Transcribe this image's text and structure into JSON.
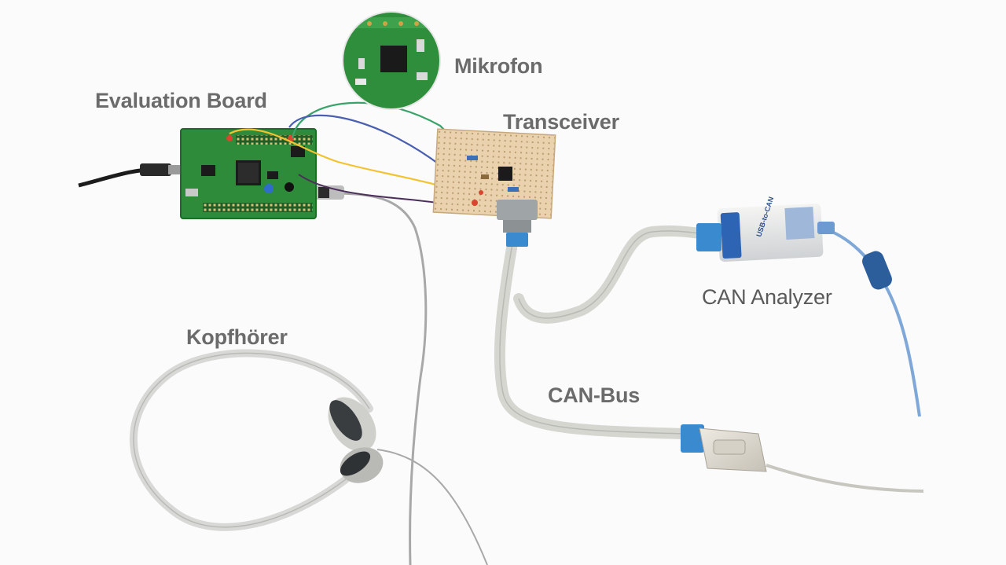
{
  "labels": {
    "evaluation_board": "Evaluation Board",
    "mikrofon": "Mikrofon",
    "transceiver": "Transceiver",
    "can_analyzer": "CAN Analyzer",
    "kopfhoerer": "Kopfhörer",
    "can_bus": "CAN-Bus"
  },
  "device_markings": {
    "analyzer_card": "USB-to-CAN"
  },
  "colors": {
    "pcb_green": "#2e8b3a",
    "protoboard": "#e8cfa8",
    "wire_green": "#3aa36a",
    "wire_blue": "#4a5fb0",
    "wire_yellow": "#f2c230",
    "connector_blue": "#3a8ad0",
    "ribbon_gray": "#d6d8d2",
    "label_gray": "#6b6b6b"
  }
}
